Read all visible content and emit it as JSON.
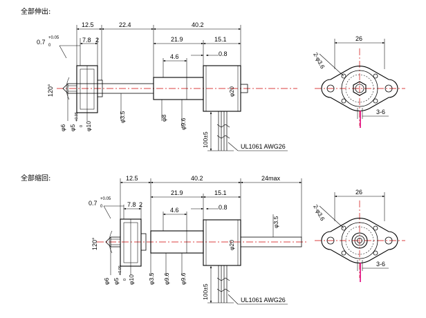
{
  "sections": [
    {
      "title": "全部伸出:",
      "dims": {
        "d12_5": "12.5",
        "d22_4": "22.4",
        "d40_2": "40.2",
        "d21_9": "21.9",
        "d15_1": "15.1",
        "d7_8": "7.8",
        "d2": "2",
        "d4_6": "4.6",
        "d0_8": "0.8",
        "tol07_main": "0.7",
        "tol07_sup": "+0.05",
        "tol07_sub": "0",
        "angle": "120°",
        "phi6": "φ6",
        "phi5_main": "φ5",
        "phi5_sup": "+0.05",
        "phi5_sub": "0",
        "phi10": "φ10",
        "phi3_5": "φ3.5",
        "phi8": "φ8",
        "phi9_6": "φ9.6",
        "phi20": "φ20",
        "wire_len": "100±5",
        "cable": "UL1061 AWG26"
      },
      "end_view": {
        "width": "26",
        "holes": "2-φ3.6",
        "pitch": "3-6"
      }
    },
    {
      "title": "全部缩回:",
      "dims": {
        "d12_5": "12.5",
        "d40_2": "40.2",
        "d24max": "24max",
        "d21_9": "21.9",
        "d15_1": "15.1",
        "d7_8": "7.8",
        "d2": "2",
        "d4_6": "4.6",
        "d0_8": "0.8",
        "tol07_main": "0.7",
        "tol07_sup": "+0.05",
        "tol07_sub": "0",
        "angle": "120°",
        "phi6": "φ6",
        "phi5_main": "φ5",
        "phi5_sup": "+0.05",
        "phi5_sub": "0",
        "phi10": "φ10",
        "phi3_5": "φ3.5",
        "phi3_5_rod": "φ3.5",
        "phi9_6": "φ9.6",
        "phi20": "φ20",
        "wire_len": "100±5",
        "cable": "UL1061 AWG26"
      },
      "end_view": {
        "width": "26",
        "holes": "2-φ3.6",
        "pitch": "3-6"
      }
    }
  ],
  "colors": {
    "line": "#000000",
    "centerline": "#d00000",
    "wire": "#e0007a"
  }
}
